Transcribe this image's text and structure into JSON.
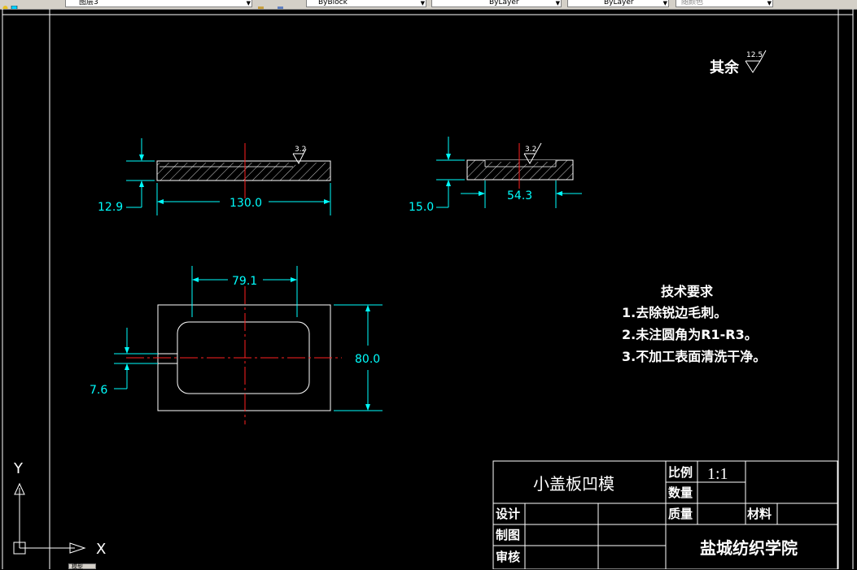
{
  "toolbar": {
    "layer_name": "图层3",
    "color_value": "ByBlock",
    "linetype_value": "ByLayer",
    "lineweight_value": "ByLayer",
    "plotstyle_value": "随颜色"
  },
  "drawing": {
    "roughness_label": "其余",
    "roughness_general": "12.5",
    "roughness_top": "3.2",
    "dim_thickness_1": "12.9",
    "dim_length_1": "130.0",
    "dim_thickness_2": "15.0",
    "dim_length_2": "54.3",
    "dim_cavity_width": "79.1",
    "dim_height": "80.0",
    "dim_slot": "7.6"
  },
  "tech_requirements": {
    "title": "技术要求",
    "items": [
      "1.去除锐边毛刺。",
      "2.未注圆角为R1-R3。",
      "3.不加工表面清洗干净。"
    ]
  },
  "title_block": {
    "part_name": "小盖板凹模",
    "scale_label": "比例",
    "scale_value": "1:1",
    "quantity_label": "数量",
    "design_label": "设计",
    "mass_label": "质量",
    "material_label": "材料",
    "draw_label": "制图",
    "check_label": "审核",
    "school": "盐城纺织学院"
  },
  "ucs": {
    "x_label": "X",
    "y_label": "Y"
  },
  "tabs": [
    "模型"
  ]
}
